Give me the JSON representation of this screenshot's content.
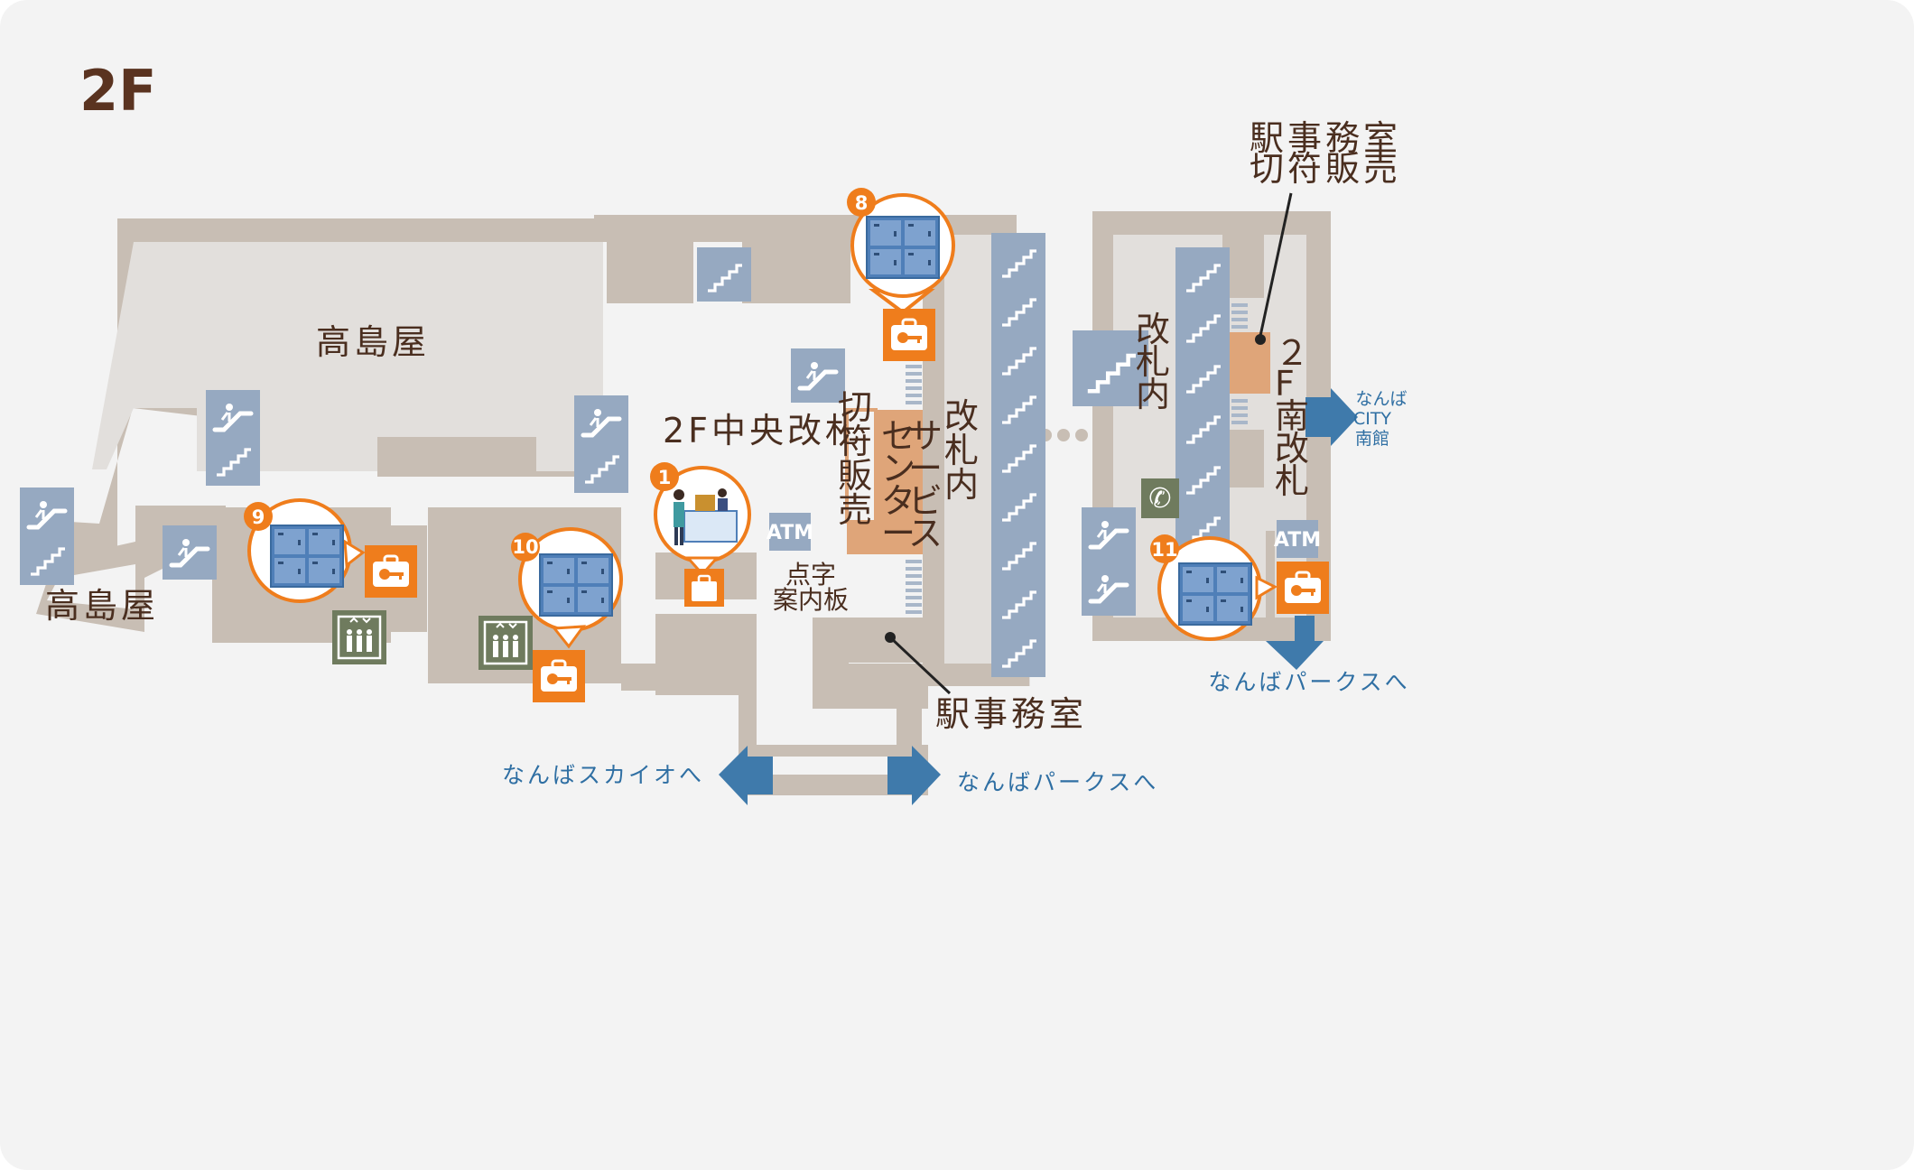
{
  "floor": "2F",
  "labels": {
    "takashimaya_main": "高島屋",
    "takashimaya_west": "高島屋",
    "central_gate": "2F中央改札",
    "inside_gate_center": "改札内",
    "inside_gate_south": "改札内",
    "south_gate": "2F南改札",
    "ticket_sales": "切符販売",
    "service_center": "サービスセンター",
    "braille_board": "点字案内板",
    "station_office_bottom": "駅事務室",
    "station_office_top": "駅事務室",
    "ticket_sales_top": "切符販売",
    "atm": "ATM"
  },
  "exits": {
    "skyo": "なんばスカイオへ",
    "parks_bottom": "なんばパークスへ",
    "parks_right": "なんばパークスへ",
    "city_1": "なんば",
    "city_2": "CITY",
    "city_3": "南館"
  },
  "lockers": [
    {
      "number": "1",
      "kind": "luggage-service"
    },
    {
      "number": "8",
      "kind": "coin-locker"
    },
    {
      "number": "9",
      "kind": "coin-locker"
    },
    {
      "number": "10",
      "kind": "coin-locker"
    },
    {
      "number": "11",
      "kind": "coin-locker"
    }
  ],
  "colors": {
    "background": "#f3f3f3",
    "building": "#c8beb4",
    "building_light": "#e2dfdc",
    "facility": "#dfa579",
    "icon_blue": "#96a9c1",
    "locker_orange": "#ef7d1c",
    "exit_blue": "#3f7aab",
    "green_icon": "#6f7b5e",
    "text_brown": "#4a2e1f"
  }
}
